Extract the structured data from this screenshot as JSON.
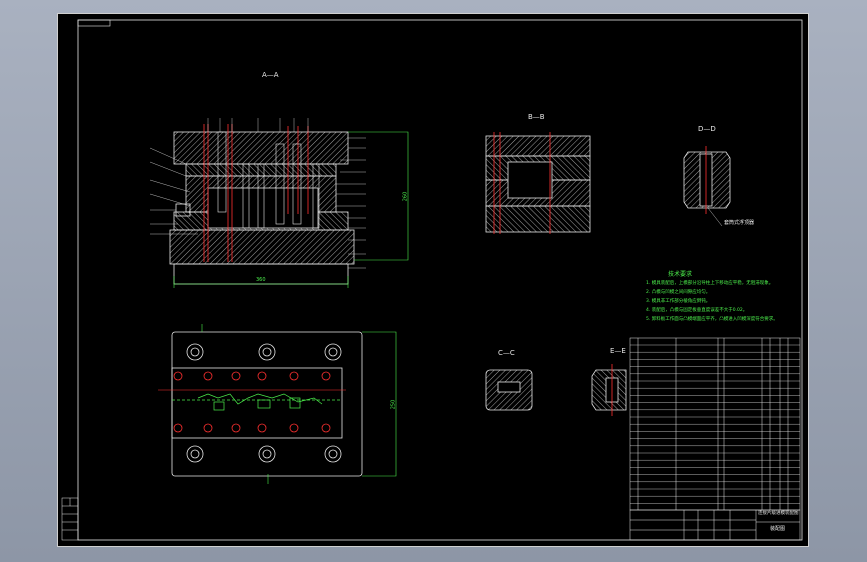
{
  "drawing": {
    "section_labels": {
      "aa": "A—A",
      "bb": "B—B",
      "cc": "C—C",
      "dd": "D—D",
      "ee": "E—E"
    },
    "annotation_dd": "套筒式浮顶器",
    "notes": {
      "title": "技术要求",
      "lines": [
        "1. 模具装配后，上模部分沿导柱上下移动应平稳，无阻滞现象。",
        "2. 凸模与凹模之间间隙应均匀。",
        "3. 模具非工作部分棱角应倒钝。",
        "4. 装配后，凸模与固定板垂直度误差不大于0.02。",
        "5. 卸料板工作面与凸模端面应平齐，凸模进入凹模深度符合要求。"
      ]
    },
    "dimensions": {
      "width_aa": "360",
      "height_aa": "260",
      "height_plan": "250"
    }
  },
  "title_block": {
    "drawing_name": "连接片级进模装配图",
    "drawing_no": "装配图"
  },
  "colors": {
    "outline": "#e8e8e8",
    "centerline": "#ff3030",
    "hatch": "#c8c8c8",
    "note_text": "#4cf04c",
    "dimension": "#4cf04c"
  }
}
